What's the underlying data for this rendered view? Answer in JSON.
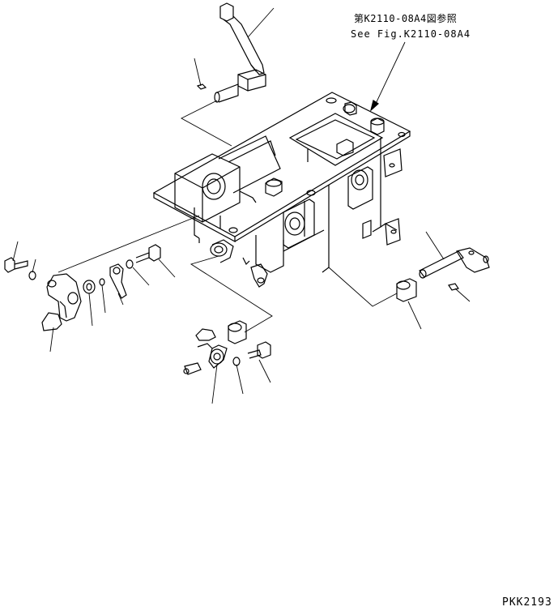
{
  "reference": {
    "japanese": "第K2110-08A4図参照",
    "english": "See Fig.K2110-08A4"
  },
  "drawing_code": "PKK2193",
  "colors": {
    "line": "#000000",
    "background": "#ffffff"
  }
}
